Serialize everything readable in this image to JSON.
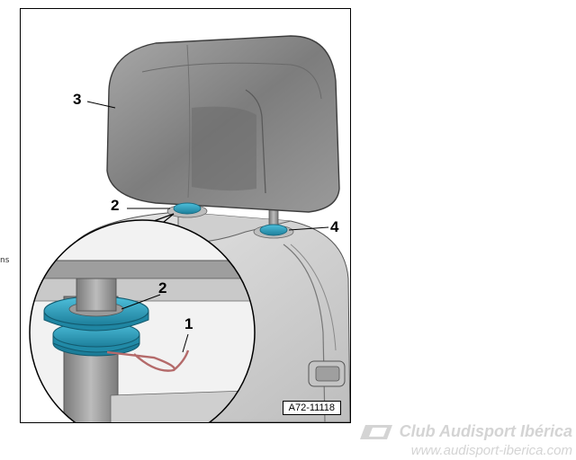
{
  "edge_text": "ns",
  "callouts": {
    "c1": "1",
    "c2_top": "2",
    "c2_detail": "2",
    "c3": "3",
    "c4": "4"
  },
  "reference_code": "A72-11118",
  "watermark": {
    "title": "Club Audisport Ibérica",
    "url": "www.audisport-iberica.com"
  },
  "colors": {
    "guide_sleeve": "#2a9fbd",
    "retaining_wire": "#b46a6a",
    "headrest": "#8a8a8a",
    "seat": "#d4d4d4"
  }
}
